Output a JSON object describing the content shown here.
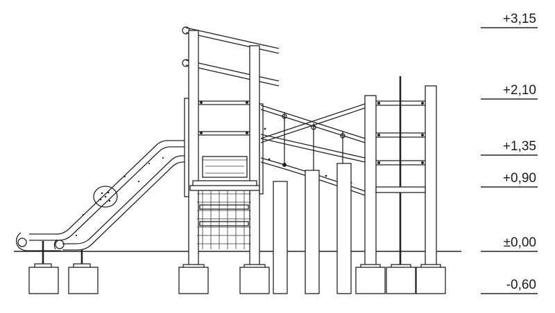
{
  "elevation_levels": [
    {
      "label": "+3,15"
    },
    {
      "label": "+2,10"
    },
    {
      "label": "+1,35"
    },
    {
      "label": "+0,90"
    },
    {
      "label": "±0,00"
    },
    {
      "label": "-0,60"
    }
  ],
  "colors": {
    "line": "#222222",
    "background": "#ffffff"
  }
}
